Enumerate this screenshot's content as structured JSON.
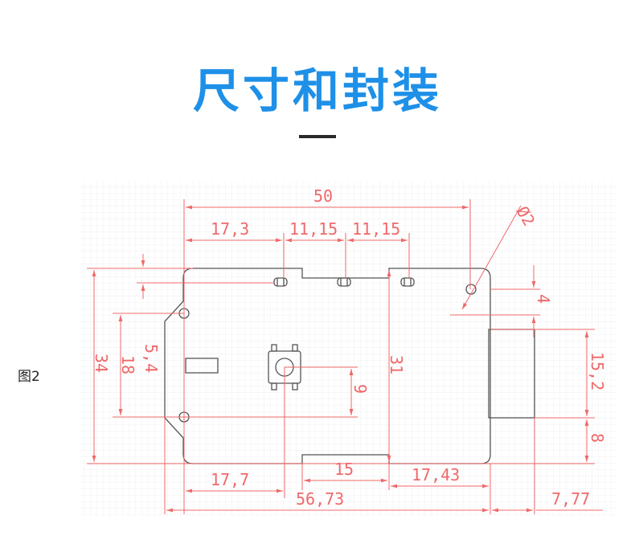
{
  "title": "尺寸和封装",
  "figure_label": "图2",
  "dimensions": {
    "overall_width_top": "50",
    "top_offset_a": "17,3",
    "top_offset_b": "11,15",
    "top_offset_c": "11,15",
    "hole_diameter": "Ø2",
    "height_left": "34",
    "hole_spacing": "18",
    "offset_left_small": "5,4",
    "button_offset": "9",
    "height_mid": "31",
    "right_top": "4",
    "connector_height": "15,2",
    "connector_bottom": "8",
    "bottom_left": "17,7",
    "bottom_notch": "15",
    "bottom_right": "17,43",
    "overall_width_bottom": "56,73",
    "connector_overhang": "7,77"
  },
  "colors": {
    "dimension_line": "#f0686a",
    "outline": "#555555",
    "grid": "#efefef",
    "title_start": "#1ea0e8",
    "title_end": "#2f6fe0"
  }
}
